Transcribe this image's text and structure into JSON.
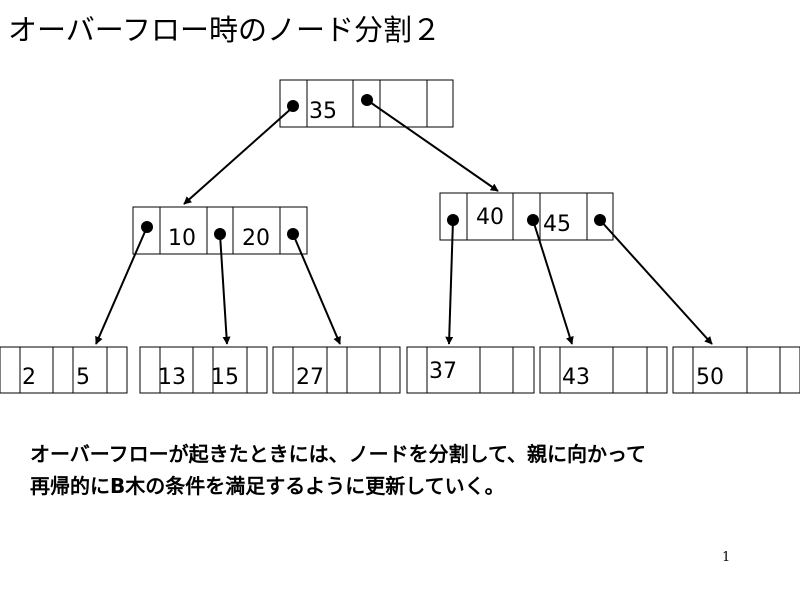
{
  "title": "オーバーフロー時のノード分割２",
  "tree": {
    "root": {
      "keys": [
        "35"
      ]
    },
    "level1": [
      {
        "keys": [
          "10",
          "20"
        ]
      },
      {
        "keys": [
          "40",
          "45"
        ]
      }
    ],
    "leaves": [
      {
        "keys": [
          "2",
          "5"
        ]
      },
      {
        "keys": [
          "13",
          "15"
        ]
      },
      {
        "keys": [
          "27"
        ]
      },
      {
        "keys": [
          "37"
        ]
      },
      {
        "keys": [
          "43"
        ]
      },
      {
        "keys": [
          "50"
        ]
      }
    ]
  },
  "caption": {
    "line1": "オーバーフローが起きたときには、ノードを分割して、親に向かって",
    "line2": "再帰的にB木の条件を満足するように更新していく。"
  },
  "page_number": "1"
}
